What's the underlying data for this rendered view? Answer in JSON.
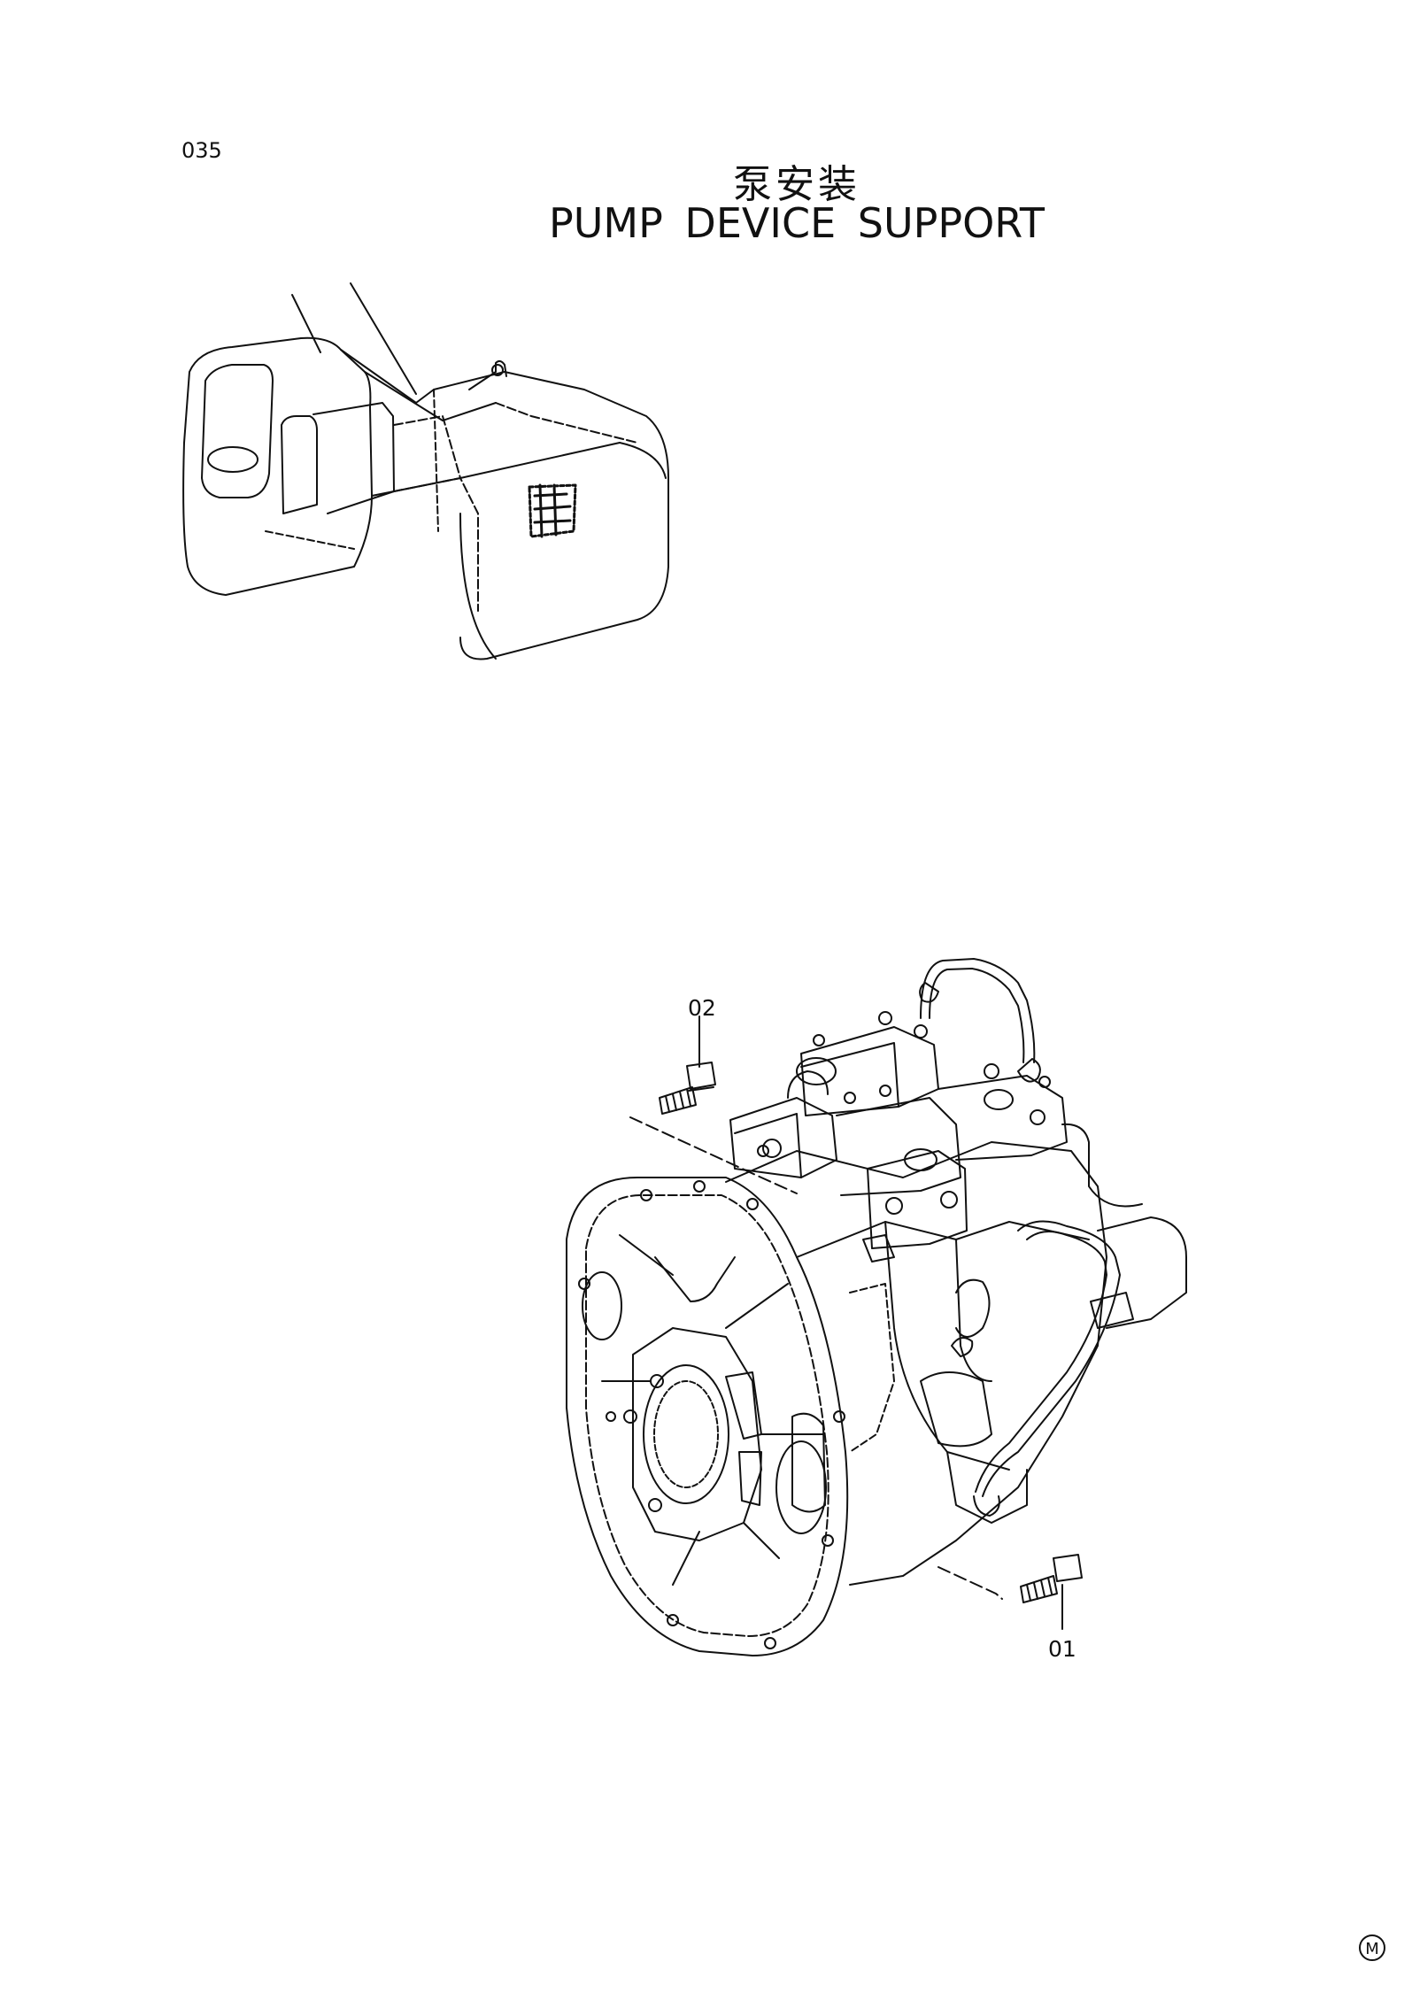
{
  "page": {
    "number": "035",
    "title_cn": "泵安装",
    "title_en": "PUMP DEVICE SUPPORT"
  },
  "callouts": [
    {
      "id": "02",
      "label": "02"
    },
    {
      "id": "01",
      "label": "01"
    }
  ],
  "footer": {
    "mark": "M"
  }
}
